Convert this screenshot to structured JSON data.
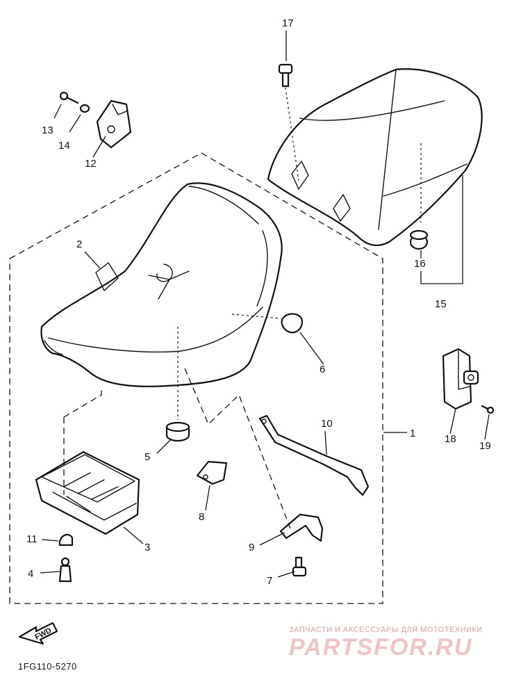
{
  "callouts": {
    "p1": "1",
    "p2": "2",
    "p3": "3",
    "p4": "4",
    "p5": "5",
    "p6": "6",
    "p7": "7",
    "p8": "8",
    "p9": "9",
    "p10": "10",
    "p11": "11",
    "p12": "12",
    "p13": "13",
    "p14": "14",
    "p15": "15",
    "p16": "16",
    "p17": "17",
    "p18": "18",
    "p19": "19"
  },
  "forward_arrow_label": "FWD",
  "diagram_code": "1FG110-5270",
  "watermark": {
    "tagline": "ЗАПЧАСТИ И АКСЕССУАРЫ ДЛЯ МОТОТЕХНИКИ",
    "brand": "PARTSFOR.RU"
  }
}
